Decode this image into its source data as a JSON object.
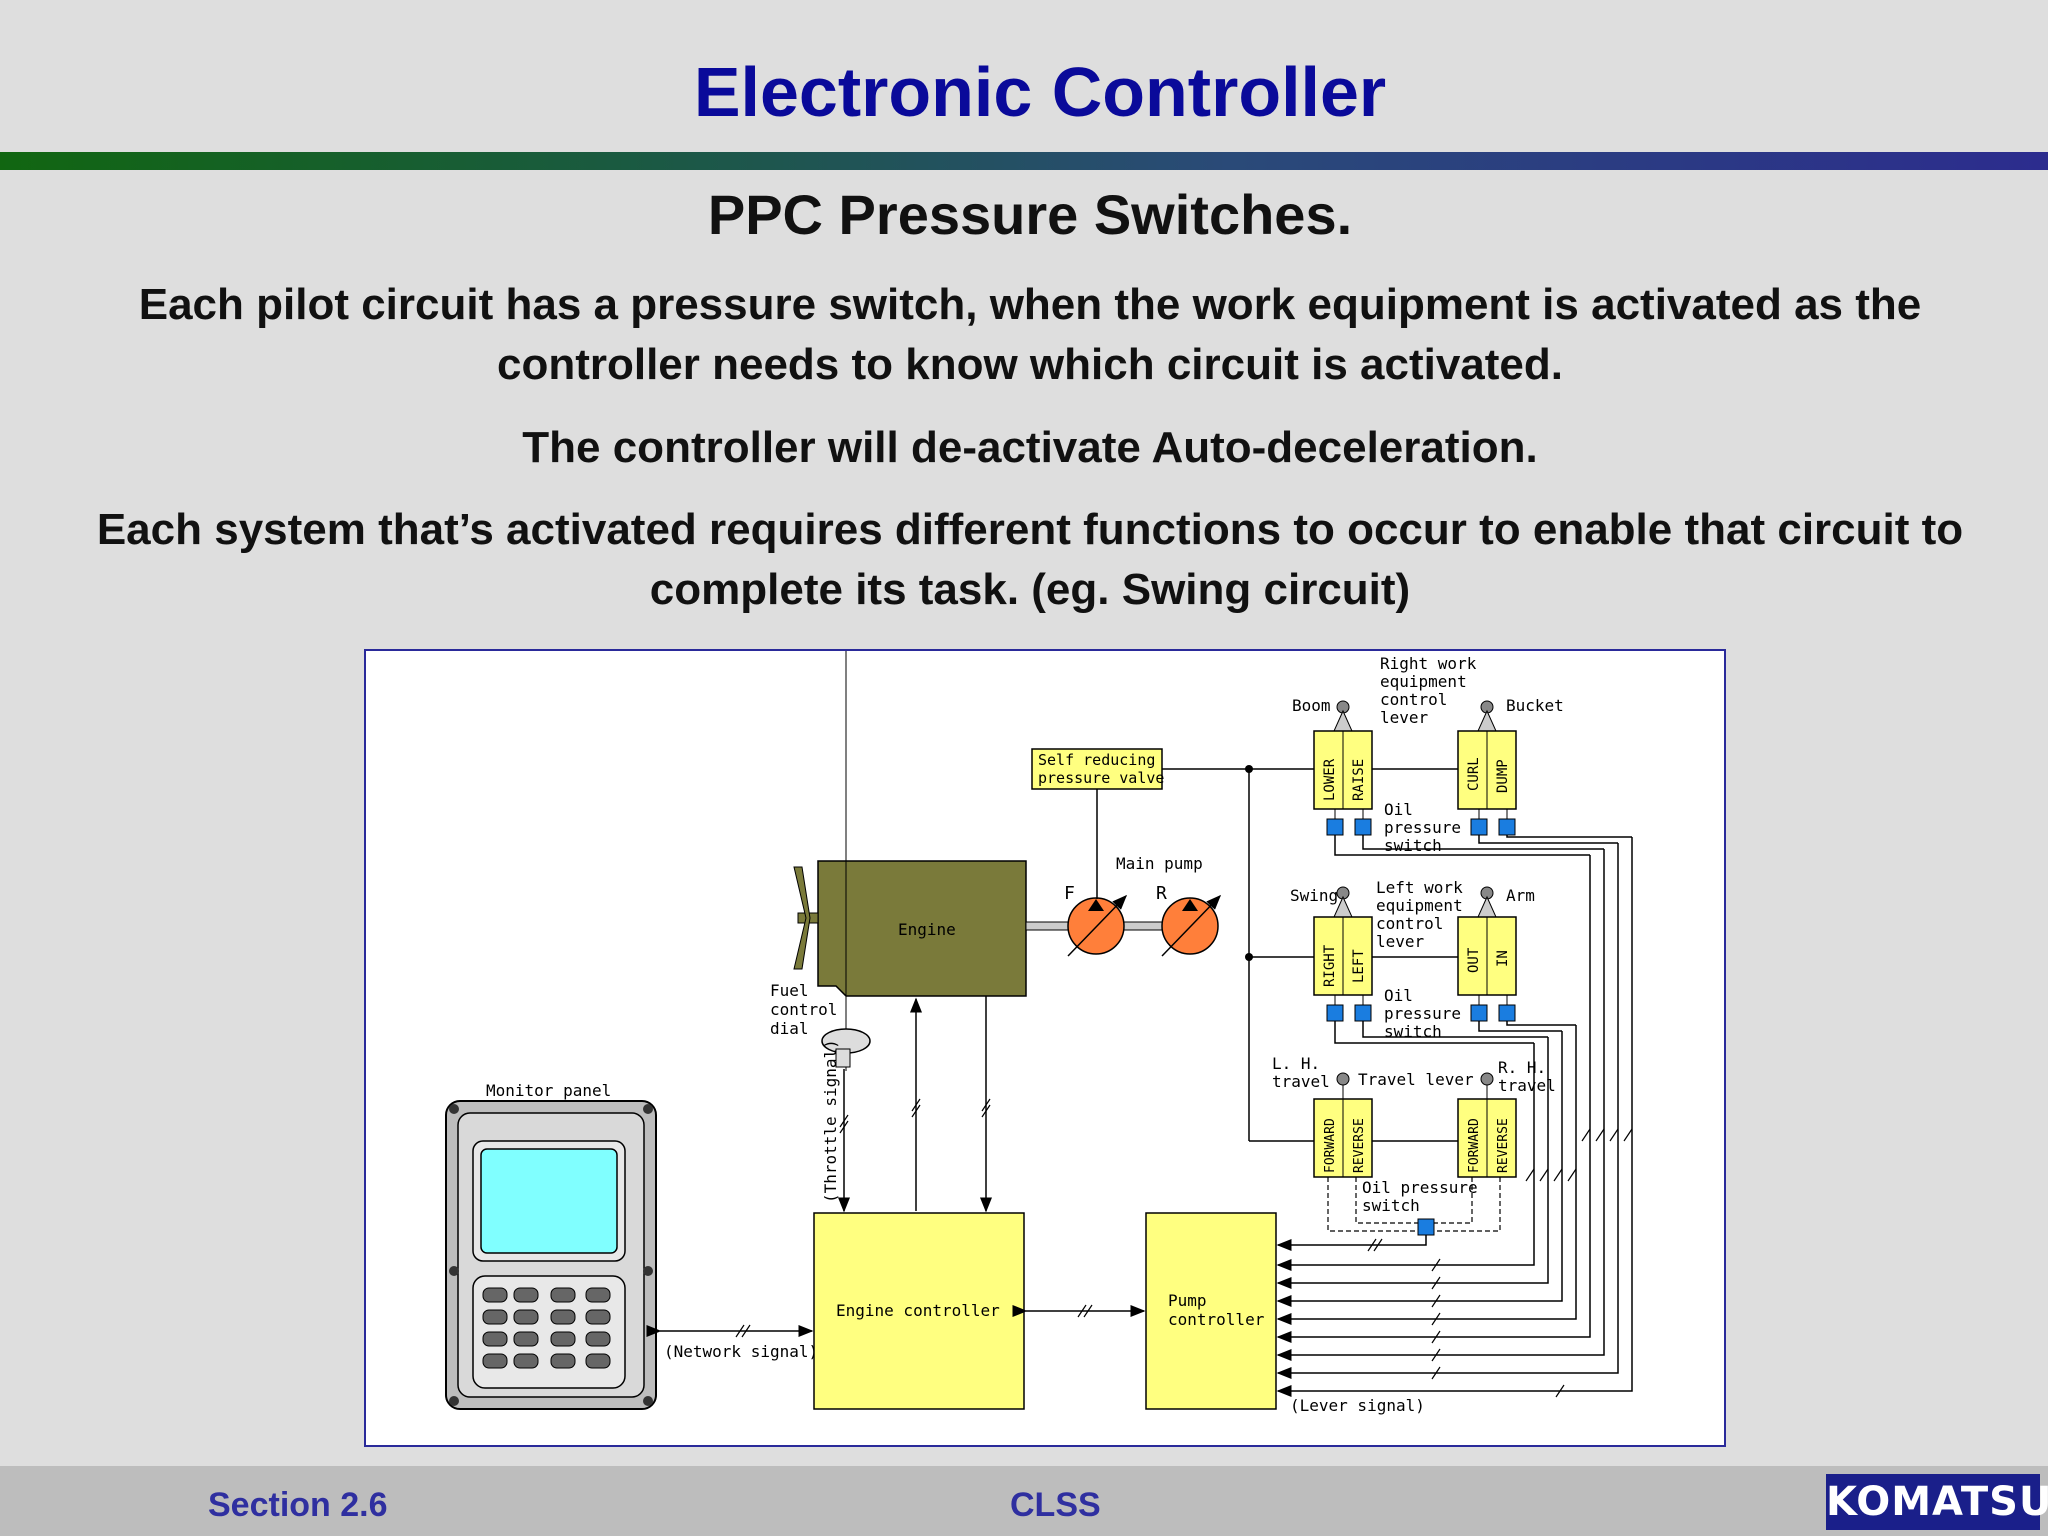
{
  "header": {
    "title": "Electronic Controller"
  },
  "subtitle": "PPC Pressure Switches.",
  "paragraphs": [
    "Each pilot circuit has a pressure switch, when the work equipment is activated as the controller needs to know which circuit is activated.",
    "The controller will de-activate Auto-deceleration.",
    "Each system that’s activated requires different functions to occur to enable that circuit to complete its task. (eg.  Swing circuit)"
  ],
  "diagram": {
    "self_reducing_valve": [
      "Self reducing",
      "pressure valve"
    ],
    "engine": "Engine",
    "main_pump": "Main pump",
    "pump_f": "F",
    "pump_r": "R",
    "fuel_dial": [
      "Fuel",
      "control",
      "dial"
    ],
    "throttle_signal": "(Throttle signal)",
    "monitor_panel": "Monitor panel",
    "network_signal": "(Network signal)",
    "engine_controller": "Engine controller",
    "pump_controller": [
      "Pump",
      "controller"
    ],
    "lever_signal": "(Lever signal)",
    "right_lever": [
      "Right work",
      "equipment",
      "control",
      "lever"
    ],
    "boom": "Boom",
    "bucket": "Bucket",
    "boom_lower": "LOWER",
    "boom_raise": "RAISE",
    "bucket_curl": "CURL",
    "bucket_dump": "DUMP",
    "oil_pressure_switch": [
      "Oil",
      "pressure",
      "switch"
    ],
    "left_lever": [
      "Left work",
      "equipment",
      "control",
      "lever"
    ],
    "swing": "Swing",
    "arm": "Arm",
    "swing_right": "RIGHT",
    "swing_left": "LEFT",
    "arm_out": "OUT",
    "arm_in": "IN",
    "lh_travel": [
      "L. H.",
      "travel"
    ],
    "rh_travel": [
      "R. H.",
      "travel"
    ],
    "travel_lever": "Travel lever",
    "forward": "FORWARD",
    "reverse": "REVERSE",
    "travel_oil_switch": [
      "Oil pressure",
      "switch"
    ]
  },
  "footer": {
    "section": "Section 2.6",
    "center": "CLSS",
    "logo": "KOMATSU"
  },
  "colors": {
    "title": "#0a0a9a",
    "yellow_box": "#ffff80",
    "engine": "#7a7a3a",
    "pump": "#ff7f3a",
    "switch": "#1a7de0",
    "screen": "#80ffff"
  }
}
